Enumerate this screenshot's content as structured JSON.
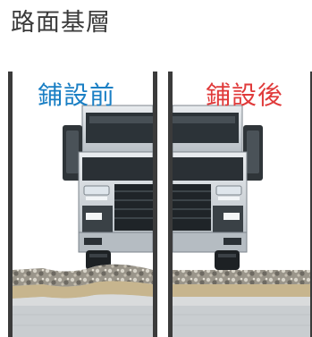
{
  "title": "路面基層",
  "panels": [
    {
      "label": "鋪設前",
      "label_color": "#1a7fc4"
    },
    {
      "label": "鋪設後",
      "label_color": "#e03a3a"
    }
  ]
}
